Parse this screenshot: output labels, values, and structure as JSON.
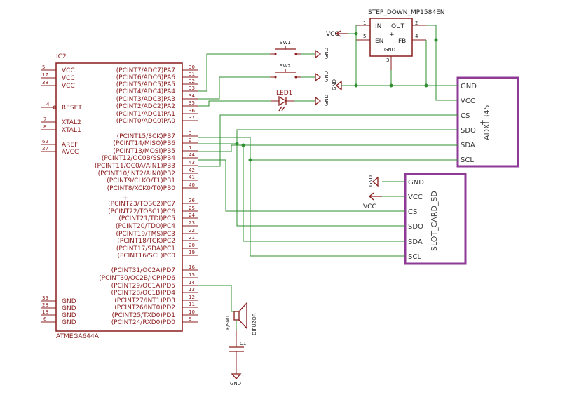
{
  "mcu": {
    "name": "IC2",
    "part": "ATMEGA644A",
    "left_pins": [
      {
        "num": "5",
        "label": "VCC"
      },
      {
        "num": "17",
        "label": "VCC"
      },
      {
        "num": "38",
        "label": "VCC"
      },
      {
        "num": "4",
        "label": "RESET"
      },
      {
        "num": "7",
        "label": "XTAL2"
      },
      {
        "num": "8",
        "label": "XTAL1"
      },
      {
        "num": "62",
        "label": "AREF"
      },
      {
        "num": "27",
        "label": "AVCC"
      },
      {
        "num": "39",
        "label": "GND"
      },
      {
        "num": "28",
        "label": "GND"
      },
      {
        "num": "18",
        "label": "GND"
      },
      {
        "num": "6",
        "label": "GND"
      }
    ],
    "right_pins": [
      {
        "num": "30",
        "label": "(PCINT7/ADC7)PA7"
      },
      {
        "num": "31",
        "label": "(PCINT6/ADC6)PA6"
      },
      {
        "num": "32",
        "label": "(PCINT5/ADC5)PA5"
      },
      {
        "num": "33",
        "label": "(PCINT4/ADC4)PA4"
      },
      {
        "num": "34",
        "label": "(PCINT3/ADC3)PA3"
      },
      {
        "num": "35",
        "label": "(PCINT2/ADC2)PA2"
      },
      {
        "num": "36",
        "label": "(PCINT1/ADC1)PA1"
      },
      {
        "num": "37",
        "label": "(PCINT0/ADC0)PA0"
      },
      {
        "num": "3",
        "label": "(PCINT15/SCK)PB7"
      },
      {
        "num": "2",
        "label": "(PCINT14/MISO)PB6"
      },
      {
        "num": "1",
        "label": "(PCINT13/MOSI)PB5"
      },
      {
        "num": "44",
        "label": "(PCINT12/OC0B/SS)PB4"
      },
      {
        "num": "43",
        "label": "(PCINT11/OC0A/AIN1)PB3"
      },
      {
        "num": "42",
        "label": "(PCINT10/INT2/AIN0)PB2"
      },
      {
        "num": "41",
        "label": "(PCINT9/CLKO/T1)PB1"
      },
      {
        "num": "40",
        "label": "(PCINT8/XCK0/T0)PB0"
      },
      {
        "num": "26",
        "label": "(PCINT23/TOSC2)PC7"
      },
      {
        "num": "25",
        "label": "(PCINT22/TOSC1)PC6"
      },
      {
        "num": "24",
        "label": "(PCINT21/TDI)PC5"
      },
      {
        "num": "23",
        "label": "(PCINT20/TDO)PC4"
      },
      {
        "num": "22",
        "label": "(PCINT19/TMS)PC3"
      },
      {
        "num": "21",
        "label": "(PCINT18/TCK)PC2"
      },
      {
        "num": "20",
        "label": "(PCINT17/SDA)PC1"
      },
      {
        "num": "19",
        "label": "(PCINT16/SCL)PC0"
      },
      {
        "num": "16",
        "label": "(PCINT31/OC2A)PD7"
      },
      {
        "num": "15",
        "label": "(PCINT30/OC2B/ICP)PD6"
      },
      {
        "num": "14",
        "label": "(PCINT29/OC1A)PD5"
      },
      {
        "num": "13",
        "label": "(PCINT28/OC1B)PD4"
      },
      {
        "num": "12",
        "label": "(PCINT27/INT1)PD3"
      },
      {
        "num": "11",
        "label": "(PCINT26/INT0)PD2"
      },
      {
        "num": "10",
        "label": "(PCINT25/TXD0)PD1"
      },
      {
        "num": "9",
        "label": "(PCINT24/RXD0)PD0"
      }
    ]
  },
  "regulator": {
    "title": "STEP_DOWN_MP1584EN",
    "pin_in": "IN",
    "pin_out": "OUT",
    "pin_en": "EN",
    "pin_fb": "FB",
    "pin_gnd": "GND",
    "num_in": "1",
    "num_en": "5",
    "num_out": "2",
    "num_fb": "4",
    "num_gnd": "3",
    "vcc": "VCC"
  },
  "switches": [
    {
      "name": "SW1",
      "gnd": "GND"
    },
    {
      "name": "SW2",
      "gnd": "GND"
    }
  ],
  "gnd_label": "GND",
  "led": {
    "name": "LED1",
    "gnd": "GND"
  },
  "adxl": {
    "name": "ADXL345",
    "pins": [
      "GND",
      "VCC",
      "CS",
      "SDO",
      "SDA",
      "SCL"
    ]
  },
  "sd": {
    "name": "SLOT_CARD_SD",
    "pins": [
      "GND",
      "VCC",
      "CS",
      "SDO",
      "SDA",
      "SCL"
    ],
    "gnd": "GND",
    "vcc": "VCC"
  },
  "buzzer": {
    "name": "DIFUZOR",
    "part": "F/SMT"
  },
  "cap": {
    "name": "C1",
    "gnd": "GND"
  }
}
